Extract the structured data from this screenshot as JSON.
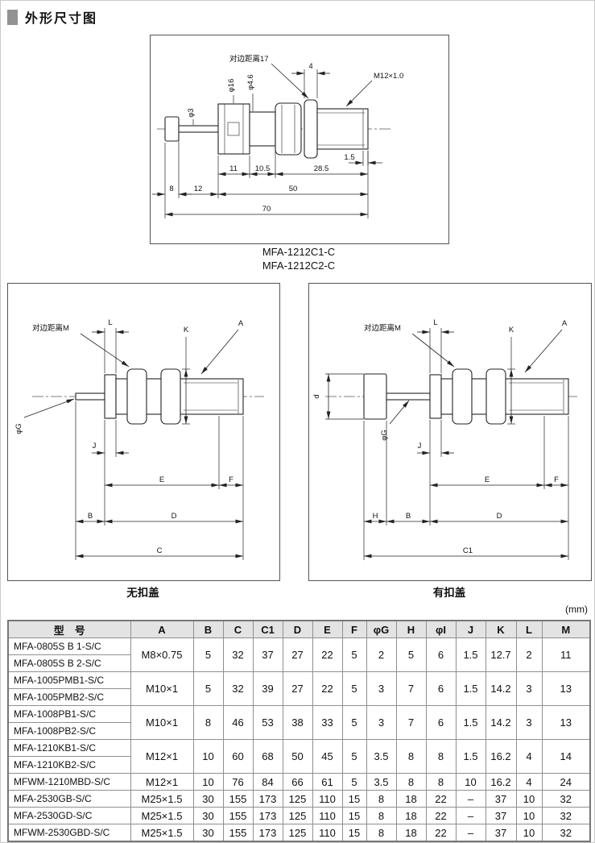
{
  "page": {
    "title": "外形尺寸图",
    "unit_note": "(mm)"
  },
  "top_drawing": {
    "caption1": "MFA-1212C1-C",
    "caption2": "MFA-1212C2-C",
    "labels": {
      "flats": "对边距离17",
      "nut_width": "4",
      "thread": "M12×1.0",
      "rod_dia": "φ3",
      "body_dia": "φ16",
      "inner_dia": "φ4.6",
      "chamfer": "1.5",
      "d11": "11",
      "d10_5": "10.5",
      "d28_5": "28.5",
      "d8": "8",
      "d12": "12",
      "d50": "50",
      "d70": "70"
    }
  },
  "left_drawing": {
    "caption": "无扣盖",
    "labels": {
      "flats": "对边距离M",
      "L": "L",
      "K": "K",
      "A": "A",
      "G": "φG",
      "J": "J",
      "E": "E",
      "F": "F",
      "B": "B",
      "D": "D",
      "C": "C"
    }
  },
  "right_drawing": {
    "caption": "有扣盖",
    "labels": {
      "flats": "对边距离M",
      "L": "L",
      "K": "K",
      "A": "A",
      "d": "d",
      "G": "φG",
      "J": "J",
      "E": "E",
      "F": "F",
      "H": "H",
      "B": "B",
      "D": "D",
      "C1": "C1"
    }
  },
  "table": {
    "headers": [
      "型　号",
      "A",
      "B",
      "C",
      "C1",
      "D",
      "E",
      "F",
      "φG",
      "H",
      "φI",
      "J",
      "K",
      "L",
      "M"
    ],
    "row_groups": [
      {
        "models": [
          "MFA-0805S B 1-S/C",
          "MFA-0805S B 2-S/C"
        ],
        "values": [
          "M8×0.75",
          "5",
          "32",
          "37",
          "27",
          "22",
          "5",
          "2",
          "5",
          "6",
          "1.5",
          "12.7",
          "2",
          "11"
        ]
      },
      {
        "models": [
          "MFA-1005PMB1-S/C",
          "MFA-1005PMB2-S/C"
        ],
        "values": [
          "M10×1",
          "5",
          "32",
          "39",
          "27",
          "22",
          "5",
          "3",
          "7",
          "6",
          "1.5",
          "14.2",
          "3",
          "13"
        ]
      },
      {
        "models": [
          "MFA-1008PB1-S/C",
          "MFA-1008PB2-S/C"
        ],
        "values": [
          "M10×1",
          "8",
          "46",
          "53",
          "38",
          "33",
          "5",
          "3",
          "7",
          "6",
          "1.5",
          "14.2",
          "3",
          "13"
        ]
      },
      {
        "models": [
          "MFA-1210KB1-S/C",
          "MFA-1210KB2-S/C"
        ],
        "values": [
          "M12×1",
          "10",
          "60",
          "68",
          "50",
          "45",
          "5",
          "3.5",
          "8",
          "8",
          "1.5",
          "16.2",
          "4",
          "14"
        ]
      },
      {
        "models": [
          "MFWM-1210MBD-S/C"
        ],
        "values": [
          "M12×1",
          "10",
          "76",
          "84",
          "66",
          "61",
          "5",
          "3.5",
          "8",
          "8",
          "10",
          "16.2",
          "4",
          "24"
        ]
      },
      {
        "models": [
          "MFA-2530GB-S/C"
        ],
        "values": [
          "M25×1.5",
          "30",
          "155",
          "173",
          "125",
          "110",
          "15",
          "8",
          "18",
          "22",
          "–",
          "37",
          "10",
          "32"
        ]
      },
      {
        "models": [
          "MFA-2530GD-S/C"
        ],
        "values": [
          "M25×1.5",
          "30",
          "155",
          "173",
          "125",
          "110",
          "15",
          "8",
          "18",
          "22",
          "–",
          "37",
          "10",
          "32"
        ]
      },
      {
        "models": [
          "MFWM-2530GBD-S/C"
        ],
        "values": [
          "M25×1.5",
          "30",
          "155",
          "173",
          "125",
          "110",
          "15",
          "8",
          "18",
          "22",
          "–",
          "37",
          "10",
          "32"
        ]
      }
    ]
  }
}
